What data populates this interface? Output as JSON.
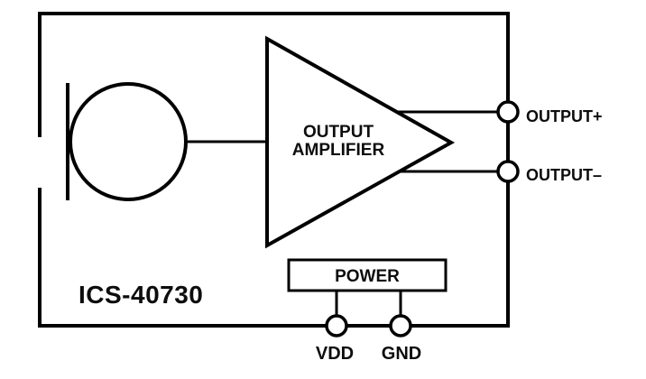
{
  "diagram": {
    "part_number": "ICS-40730",
    "amplifier": {
      "label_line1": "OUTPUT",
      "label_line2": "AMPLIFIER"
    },
    "power": {
      "label": "POWER"
    },
    "pins": {
      "output_plus": {
        "label": "OUTPUT+"
      },
      "output_minus": {
        "label": "OUTPUT–"
      },
      "vdd": {
        "label": "VDD"
      },
      "gnd": {
        "label": "GND"
      }
    },
    "colors": {
      "line": "#000000",
      "background": "#ffffff",
      "text": "#0d0d0d"
    }
  }
}
